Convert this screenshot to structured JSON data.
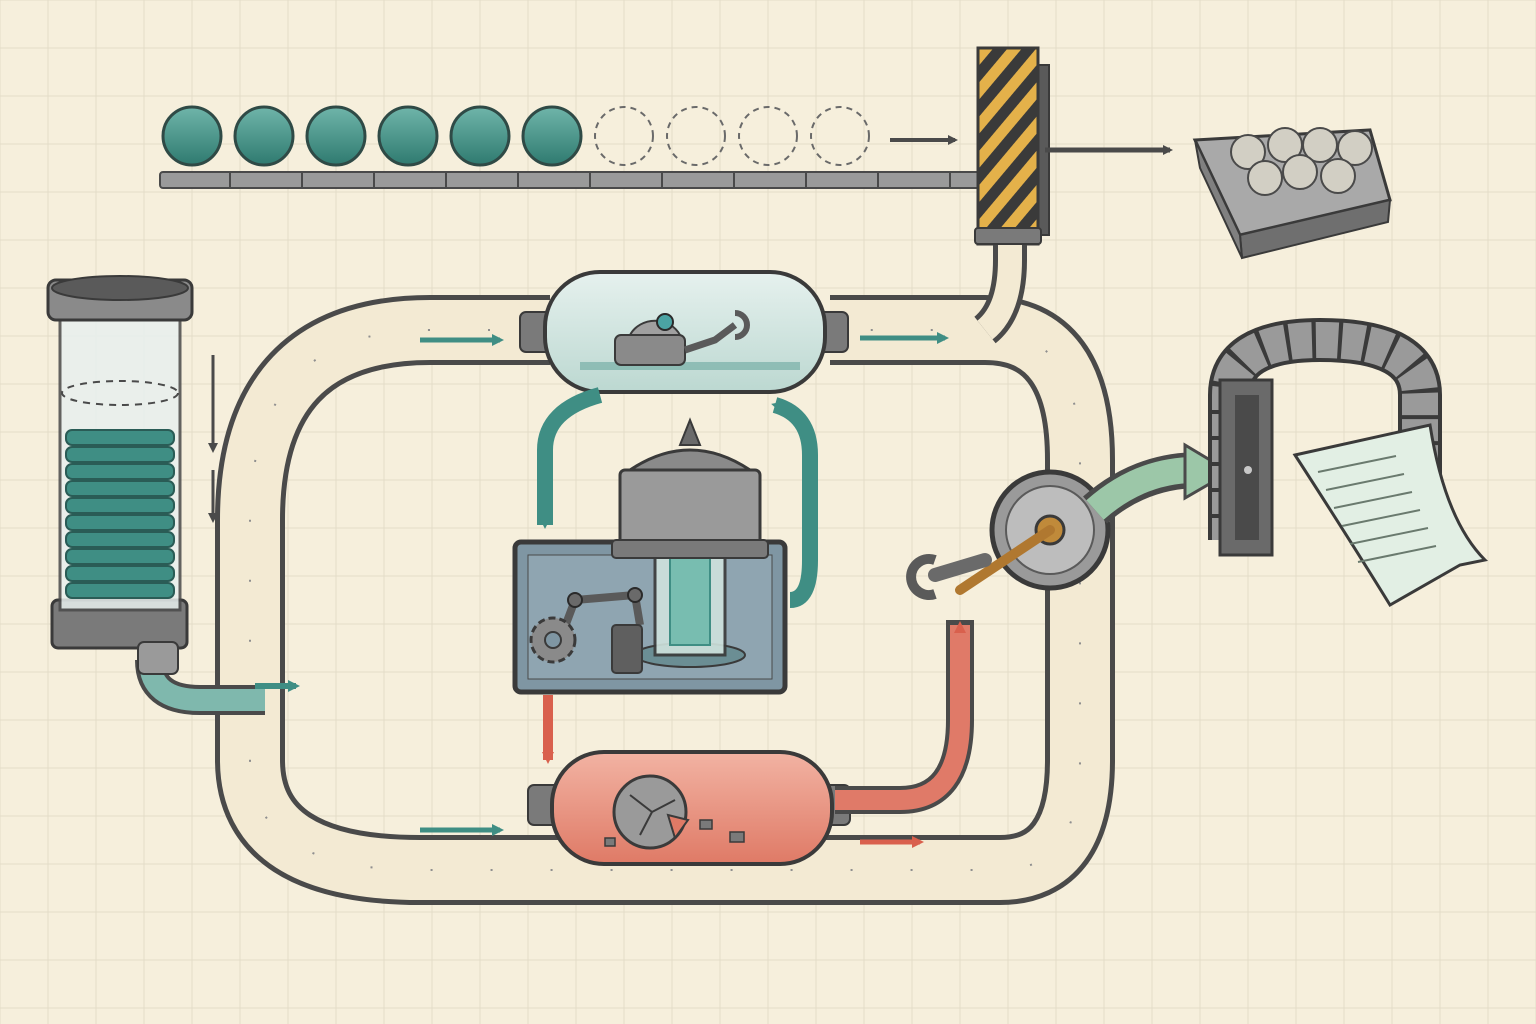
{
  "diagram": {
    "kind": "process-flow illustration",
    "printed_text": [],
    "colors": {
      "paper": "#f6efdc",
      "grid": "#e4dcc8",
      "ink": "#4a4a4a",
      "teal": "#3f8e84",
      "teal_light": "#7fb8ad",
      "coral": "#e07a68",
      "coral_light": "#f0ab9c",
      "glass": "#cfe3de",
      "metal": "#8c8c8c",
      "hazard_yellow": "#e4b14a",
      "panel_blue": "#7f96a3",
      "sage": "#9cc7a8"
    },
    "queue": {
      "filled_count": 6,
      "empty_count": 4
    },
    "storage_tank": {
      "stacked_discs": 10
    },
    "output_bin": {
      "balls": 7
    },
    "icons": [
      "queue-token-icon",
      "empty-slot-icon",
      "hazard-gate-icon",
      "ball-bin-icon",
      "storage-tank-icon",
      "robot-chamber-icon",
      "reactor-tower-icon",
      "robot-arm-icon",
      "gear-icon",
      "broken-sphere-icon",
      "valve-wheel-icon",
      "wrench-arm-icon",
      "stone-archway-icon",
      "document-icon"
    ]
  }
}
